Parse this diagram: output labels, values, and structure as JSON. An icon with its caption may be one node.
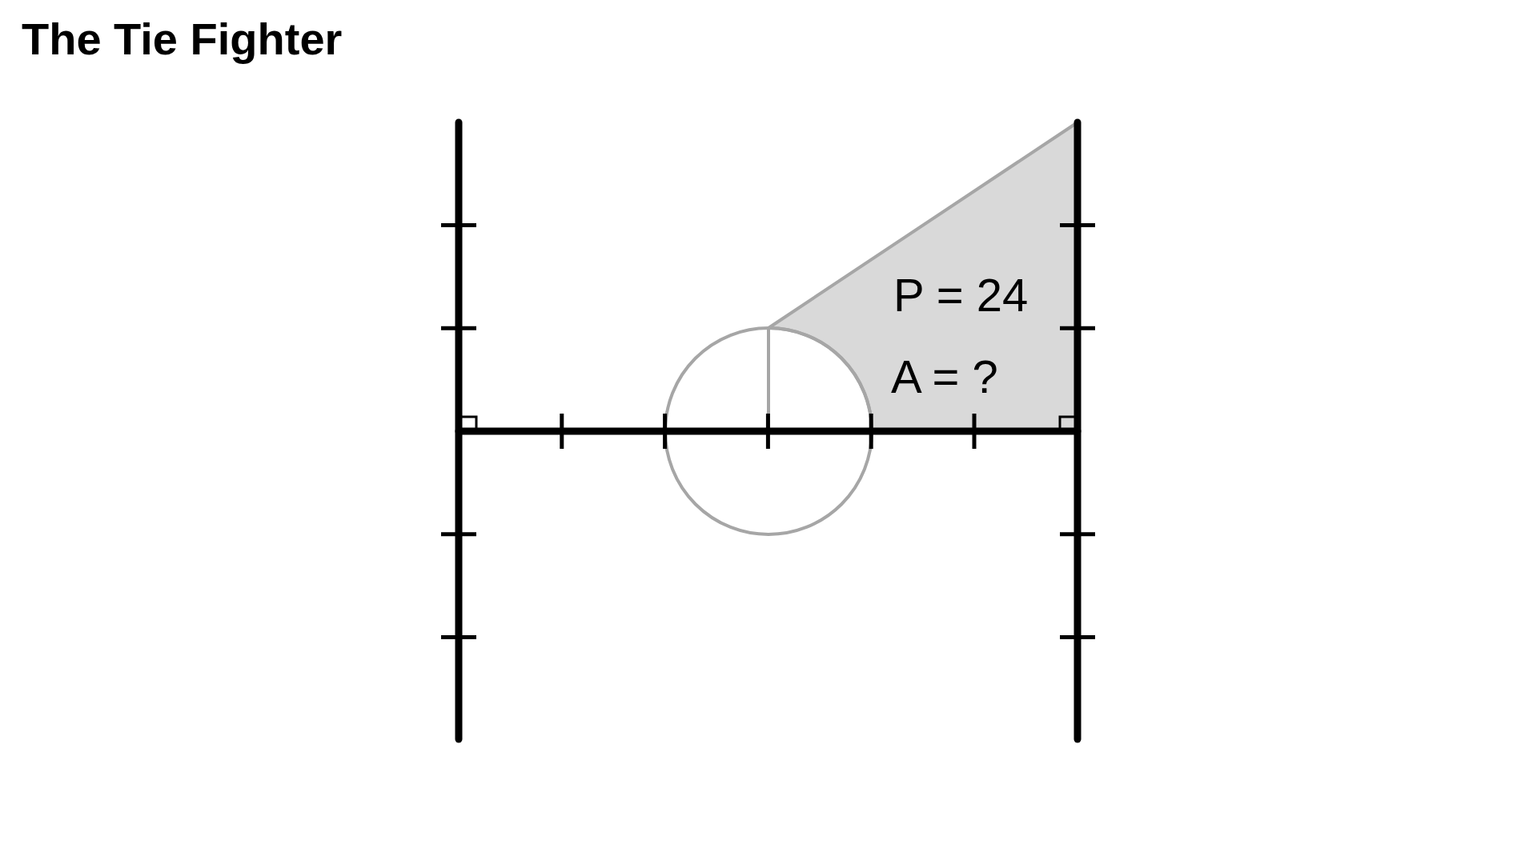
{
  "diagram": {
    "title": "The Tie Fighter",
    "labels": [
      "P = 24",
      "A = ?"
    ]
  }
}
